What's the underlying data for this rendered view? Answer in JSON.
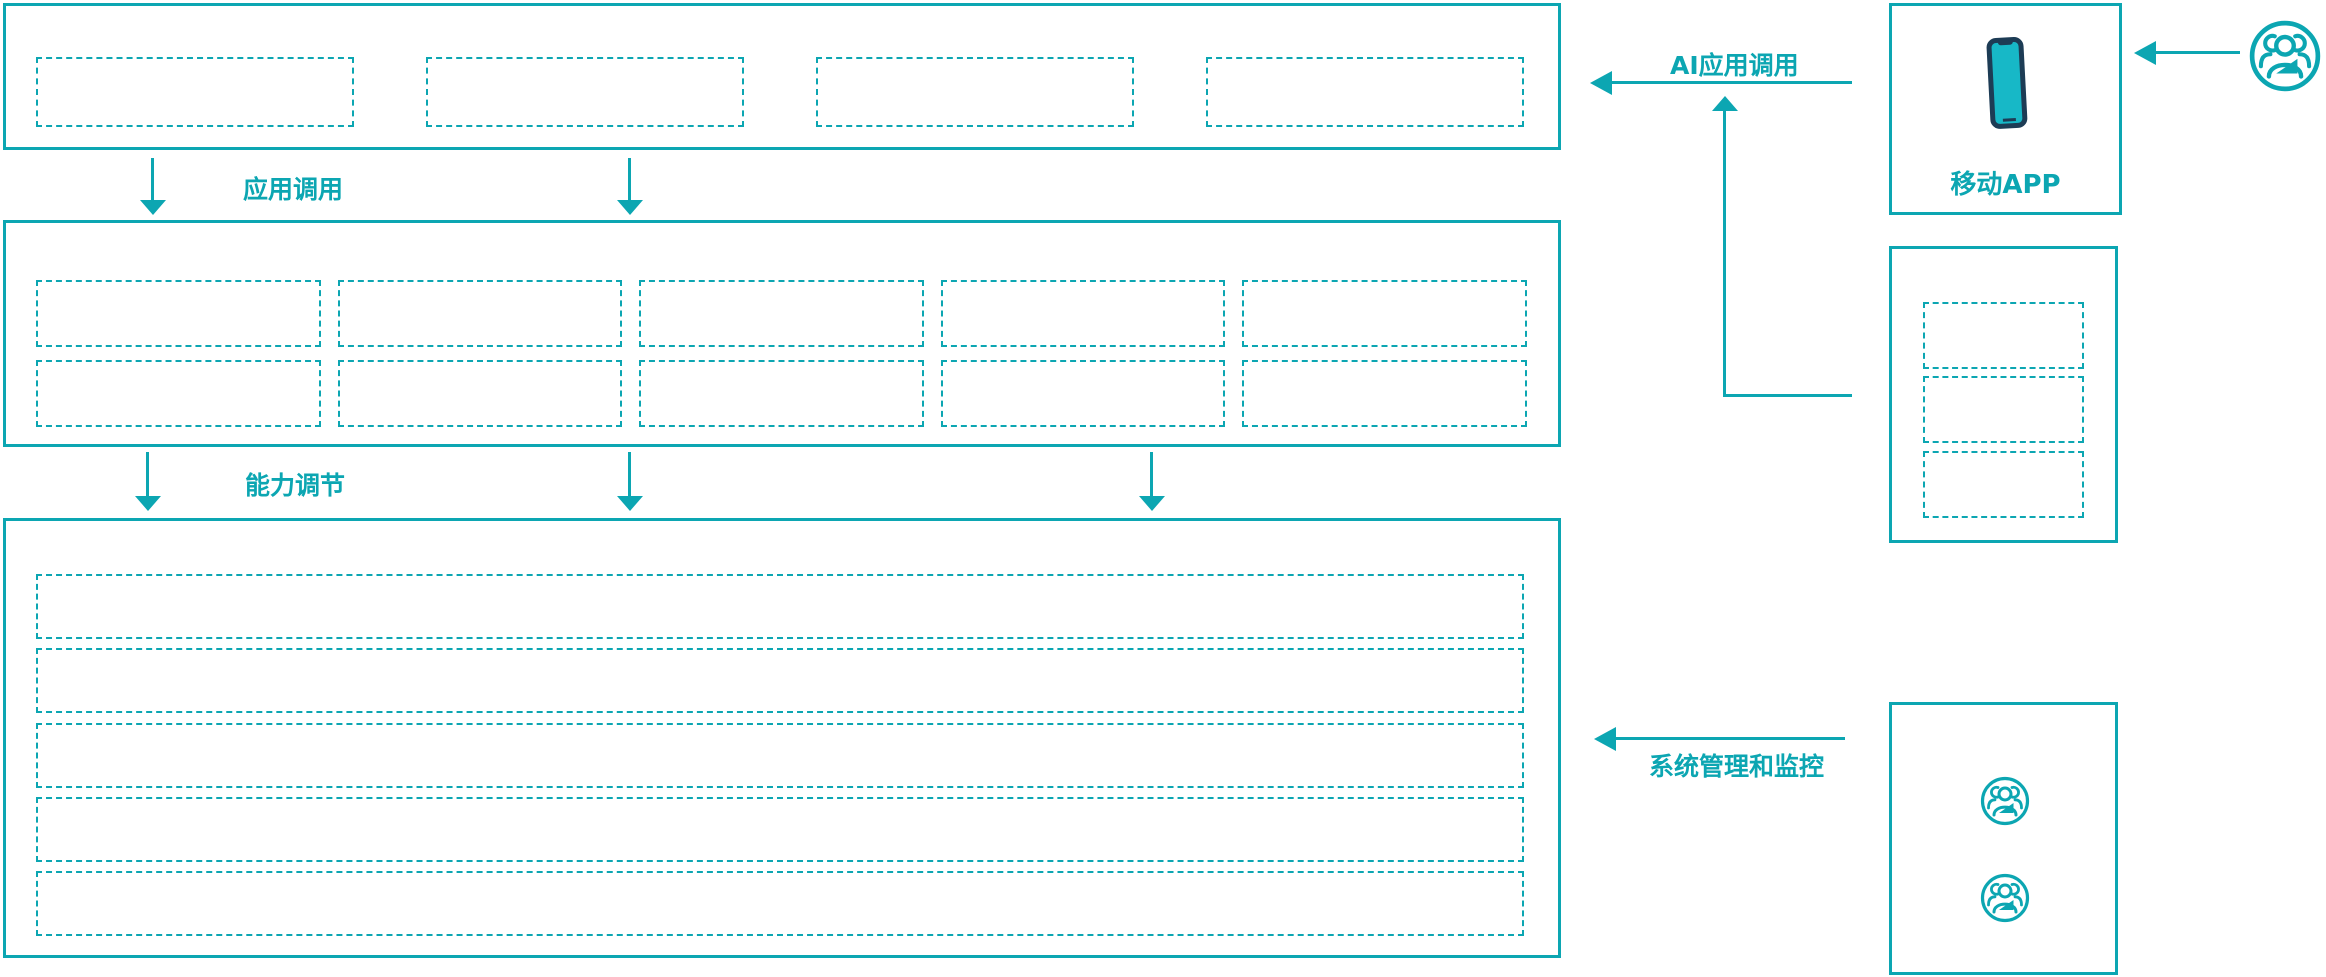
{
  "canvas": {
    "background": "#ffffff",
    "accent_teal": "#0ca6b2",
    "phone_screen_color": "#17b8c7",
    "phone_frame_color": "#1d3c55"
  },
  "top_layer": {
    "placeholder_count": 4
  },
  "middle_layer": {
    "row_count": 2,
    "col_count": 5
  },
  "bottom_layer": {
    "row_count": 5
  },
  "flows": {
    "app_call_label": "应用调用",
    "capability_tuning_label": "能力调节",
    "ai_app_call_label": "AI应用调用",
    "system_monitor_label": "系统管理和监控"
  },
  "mobile_app_panel": {
    "label": "移动APP",
    "icon": "smartphone-icon"
  },
  "admin_panel": {
    "placeholder_count": 3
  },
  "operator_panel": {
    "icon": "users-icon",
    "icon_count": 2
  },
  "external_user": {
    "icon": "users-icon"
  }
}
